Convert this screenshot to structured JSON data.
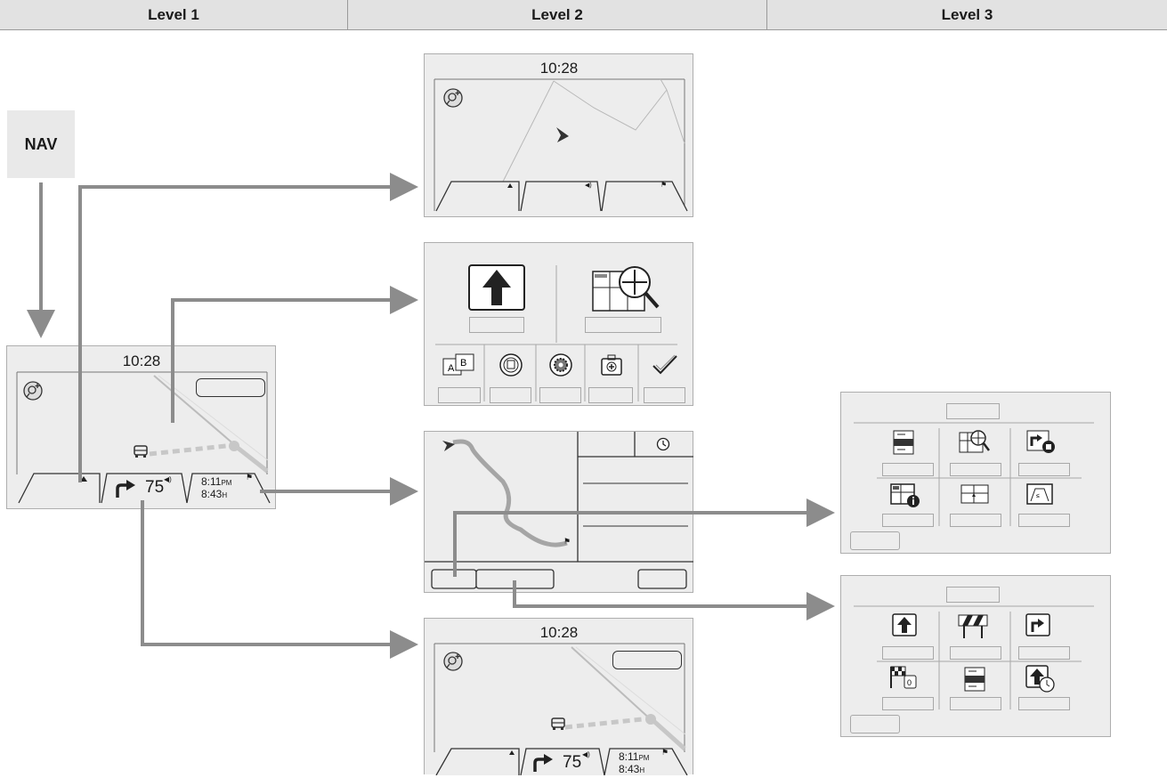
{
  "header": {
    "columns": [
      "Level 1",
      "Level 2",
      "Level 3"
    ]
  },
  "level1": {
    "nav_label": "NAV",
    "screen": {
      "time": "10:28",
      "speed": "75",
      "eta_time": "8:11",
      "eta_suffix": "PM",
      "remaining": "8:43",
      "remaining_suffix": "H"
    }
  },
  "level2": {
    "map_screen": {
      "time": "10:28"
    },
    "guidance_screen": {
      "time": "10:28",
      "speed": "75",
      "eta_time": "8:11",
      "eta_suffix": "PM",
      "remaining": "8:43",
      "remaining_suffix": "H"
    }
  },
  "icons": {
    "menu_top": [
      "arrow-up-icon",
      "map-search-icon"
    ],
    "menu_bottom": [
      "ab-speech-icon",
      "traffic-icon",
      "settings-icon",
      "first-aid-icon",
      "checkmark-icon"
    ],
    "level3_a": [
      "route-list-icon",
      "map-search-icon",
      "stop-guidance-icon",
      "map-info-icon",
      "map-layout-icon",
      "map-view-icon"
    ],
    "level3_b": [
      "arrow-up-icon",
      "road-block-icon",
      "detour-icon",
      "waypoint-flag-icon",
      "route-list-icon",
      "arrival-time-icon"
    ]
  },
  "colors": {
    "arrow": "#8c8c8c",
    "screen_bg": "#ededed",
    "header_bg": "#e2e2e2"
  }
}
